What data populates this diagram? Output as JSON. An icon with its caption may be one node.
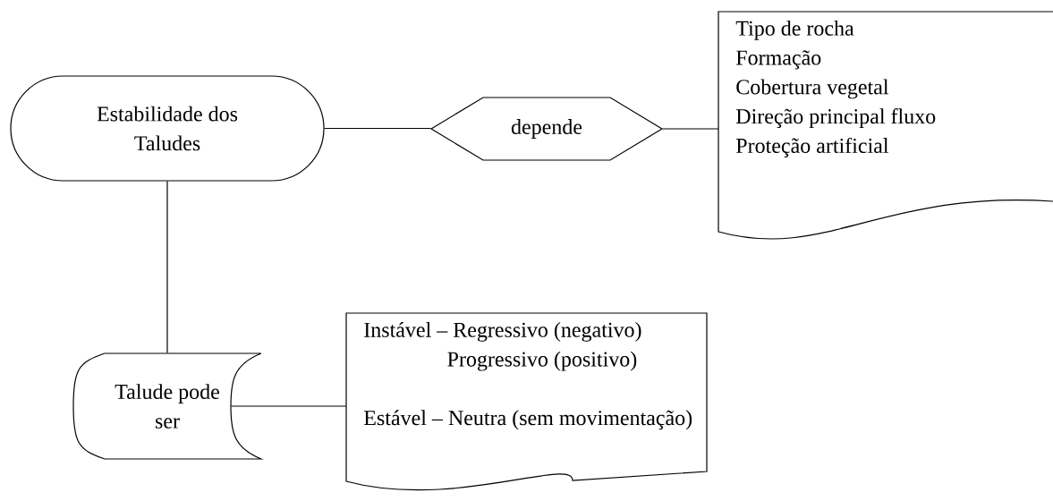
{
  "diagram": {
    "nodes": [
      {
        "text": [
          "Estabilidade dos Taludes"
        ]
      },
      {
        "text": [
          "depende"
        ]
      },
      {
        "text": [
          "Tipo de rocha",
          "Formação",
          "Cobertura vegetal",
          "Direção principal fluxo",
          "Proteção artificial"
        ]
      },
      {
        "text": [
          "Talude pode ser"
        ]
      },
      {
        "text": [
          "Instável – Regressivo (negativo)",
          "Progressivo (positivo)",
          "Estável – Neutra (sem movimentação)"
        ]
      }
    ],
    "edges": [
      {
        "from": 0,
        "to": 1,
        "arrow": "none"
      },
      {
        "from": 1,
        "to": 2,
        "arrow": "none"
      },
      {
        "from": 0,
        "to": 3,
        "arrow": "none"
      },
      {
        "from": 3,
        "to": 4,
        "arrow": "none"
      }
    ]
  }
}
